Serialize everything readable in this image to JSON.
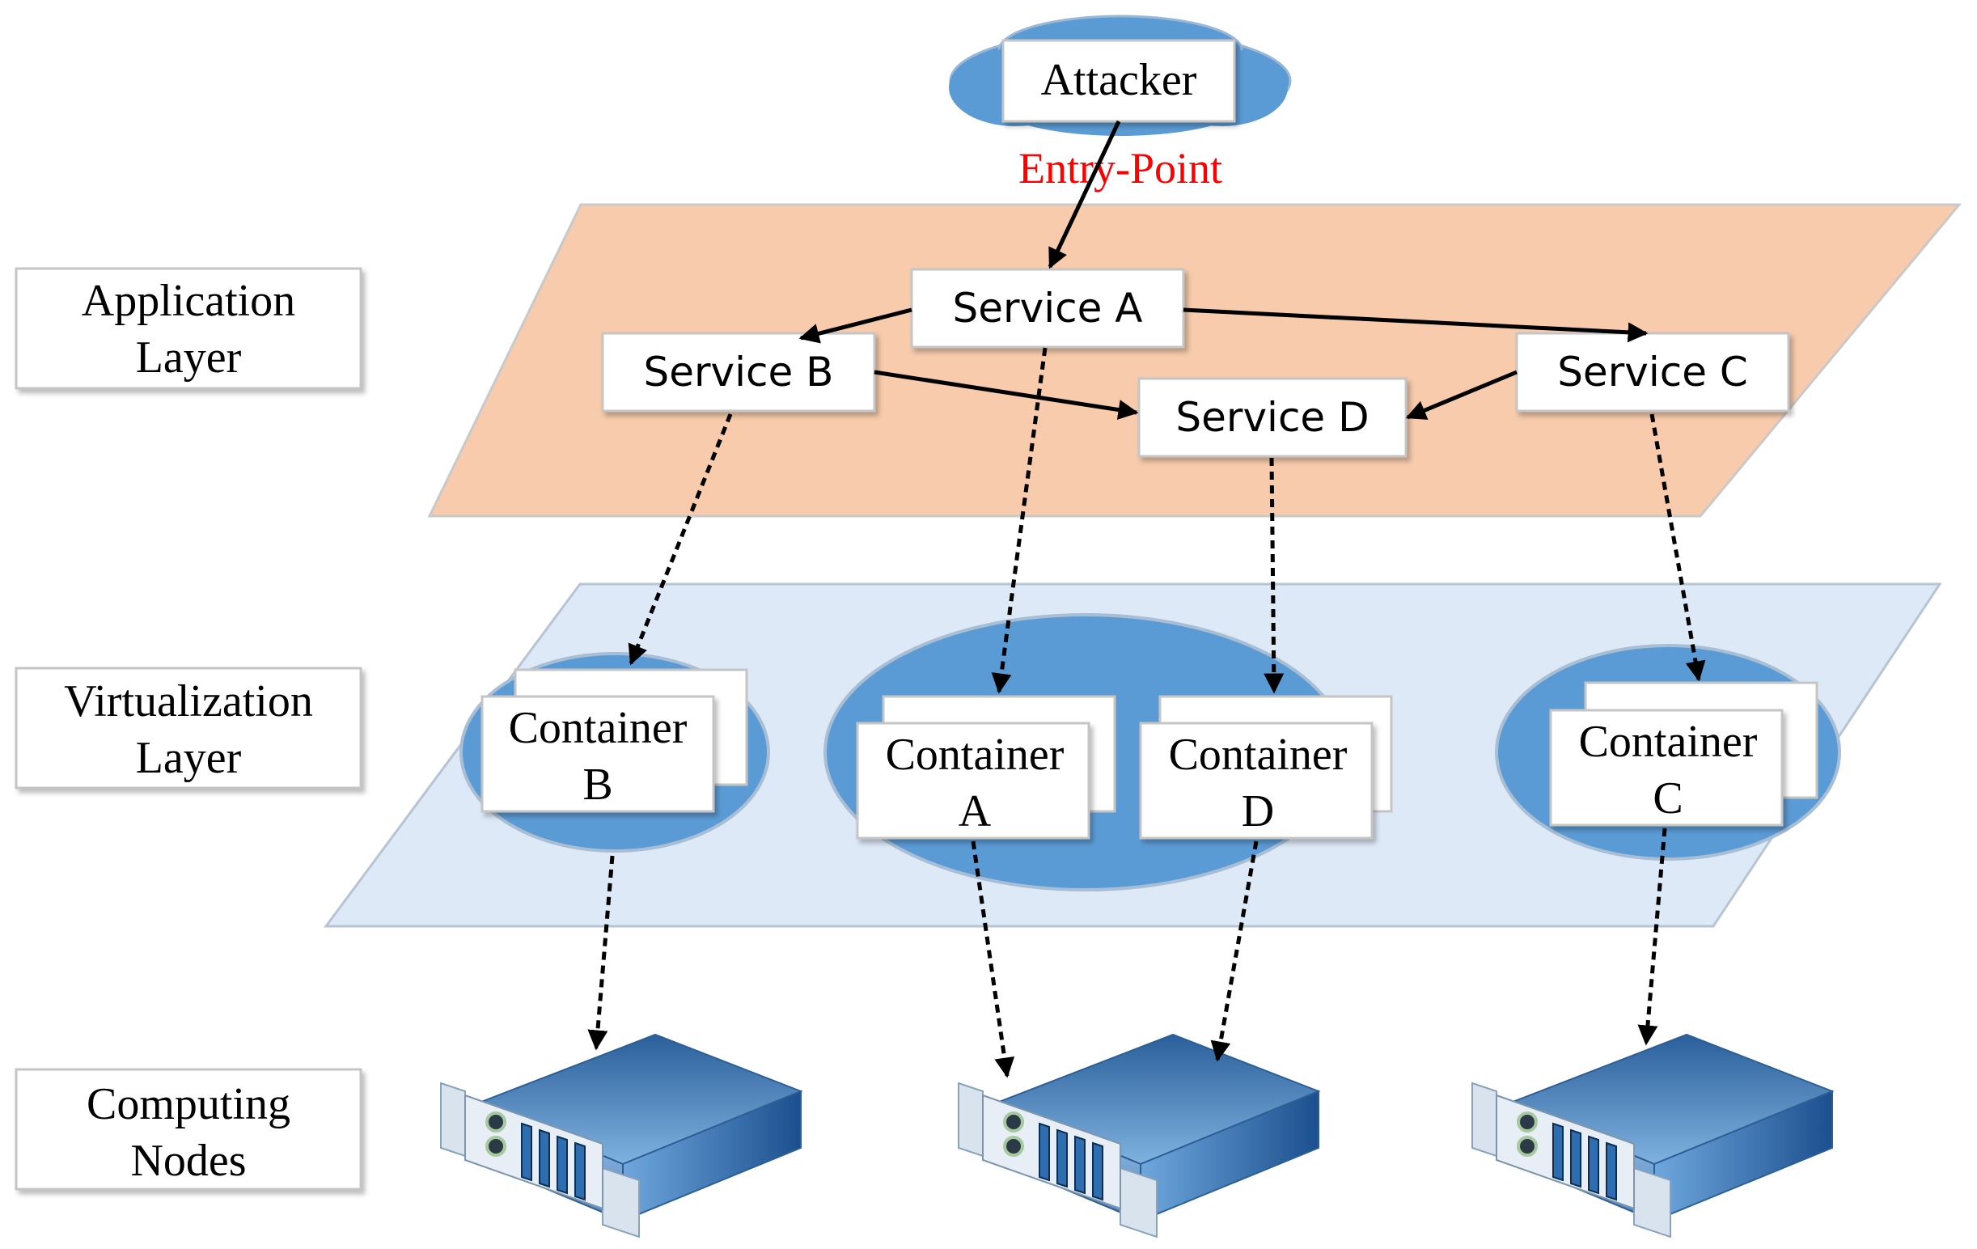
{
  "attacker": {
    "label": "Attacker"
  },
  "entry_point": {
    "label": "Entry-Point",
    "color": "#ff0000"
  },
  "layers": [
    {
      "line1": "Application",
      "line2": "Layer"
    },
    {
      "line1": "Virtualization",
      "line2": "Layer"
    },
    {
      "line1": "Computing",
      "line2": "Nodes"
    }
  ],
  "services": {
    "a": "Service A",
    "b": "Service B",
    "c": "Service C",
    "d": "Service D"
  },
  "containers": {
    "b": {
      "line1": "Container",
      "line2": "B"
    },
    "a": {
      "line1": "Container",
      "line2": "A"
    },
    "d": {
      "line1": "Container",
      "line2": "D"
    },
    "c": {
      "line1": "Container",
      "line2": "C"
    }
  },
  "colors": {
    "application_plane": "#f7cbac",
    "virtualization_plane": "#dde9f6",
    "cloud": "#5b9bd5",
    "pod": "#5b9bd5",
    "server_top": "#4d88c4",
    "server_front": "#1f5a9c"
  }
}
